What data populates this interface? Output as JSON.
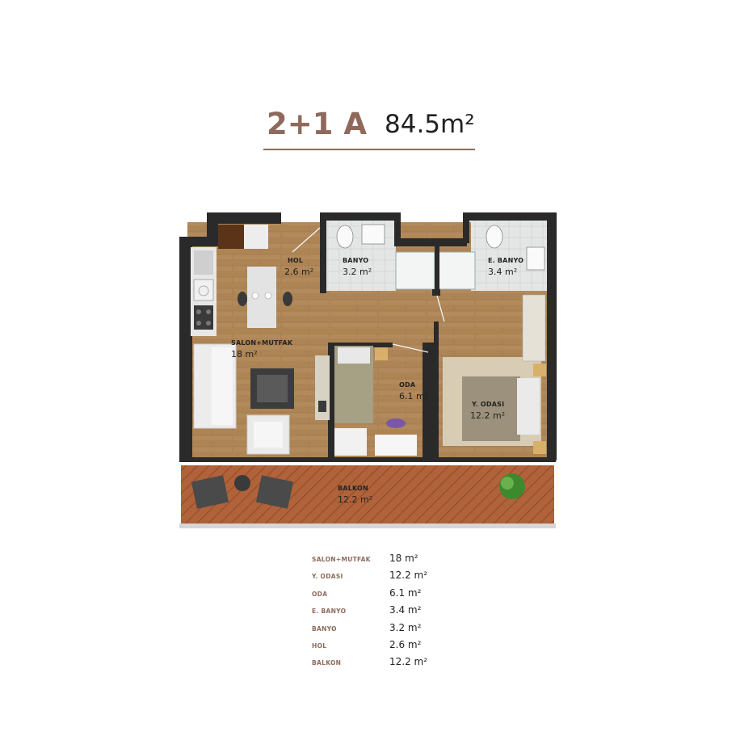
{
  "header": {
    "plan_code": "2+1 A",
    "total_area": "84.5m²"
  },
  "rooms": [
    {
      "label": "HOL",
      "area": "2.6 m²"
    },
    {
      "label": "BANYO",
      "area": "3.2 m²"
    },
    {
      "label": "E. BANYO",
      "area": "3.4 m²"
    },
    {
      "label": "SALON+MUTFAK",
      "area": "18 m²"
    },
    {
      "label": "ODA",
      "area": "6.1 m²"
    },
    {
      "label": "Y. ODASI",
      "area": "12.2 m²"
    },
    {
      "label": "BALKON",
      "area": "12.2 m²"
    }
  ],
  "area_table": [
    {
      "name": "SALON+MUTFAK",
      "value": "18 m²"
    },
    {
      "name": "Y. ODASI",
      "value": "12.2 m²"
    },
    {
      "name": "ODA",
      "value": "6.1 m²"
    },
    {
      "name": "E. BANYO",
      "value": "3.4 m²"
    },
    {
      "name": "BANYO",
      "value": "3.2 m²"
    },
    {
      "name": "HOL",
      "value": "2.6 m²"
    },
    {
      "name": "BALKON",
      "value": "12.2 m²"
    }
  ],
  "colors": {
    "accent": "#8e6a5c",
    "wall": "#2a2a2a",
    "floor": "#b38a5c",
    "tile": "#e4e6e6",
    "balcony_deck": "#b0623a"
  }
}
